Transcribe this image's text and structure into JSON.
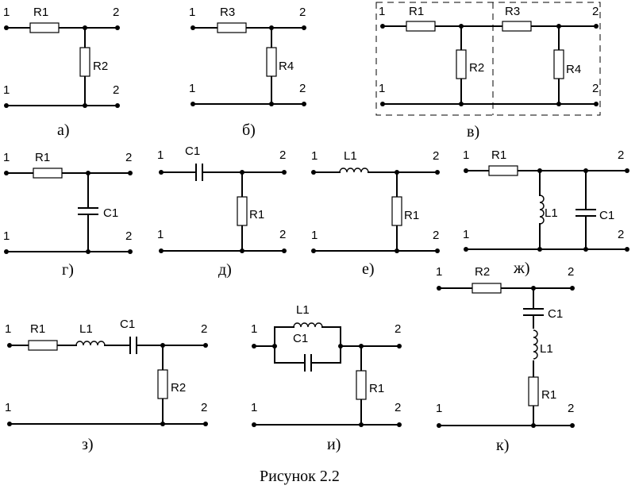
{
  "figure_caption": "Рисунок 2.2",
  "port_in": "1",
  "port_out": "2",
  "parts": {
    "a": "а)",
    "b": "б)",
    "v": "в)",
    "g": "г)",
    "d": "д)",
    "e": "е)",
    "zh": "ж)",
    "z": "з)",
    "i": "и)",
    "k": "к)"
  },
  "components": {
    "R1": "R1",
    "R2": "R2",
    "R3": "R3",
    "R4": "R4",
    "C1": "C1",
    "L1": "L1"
  }
}
